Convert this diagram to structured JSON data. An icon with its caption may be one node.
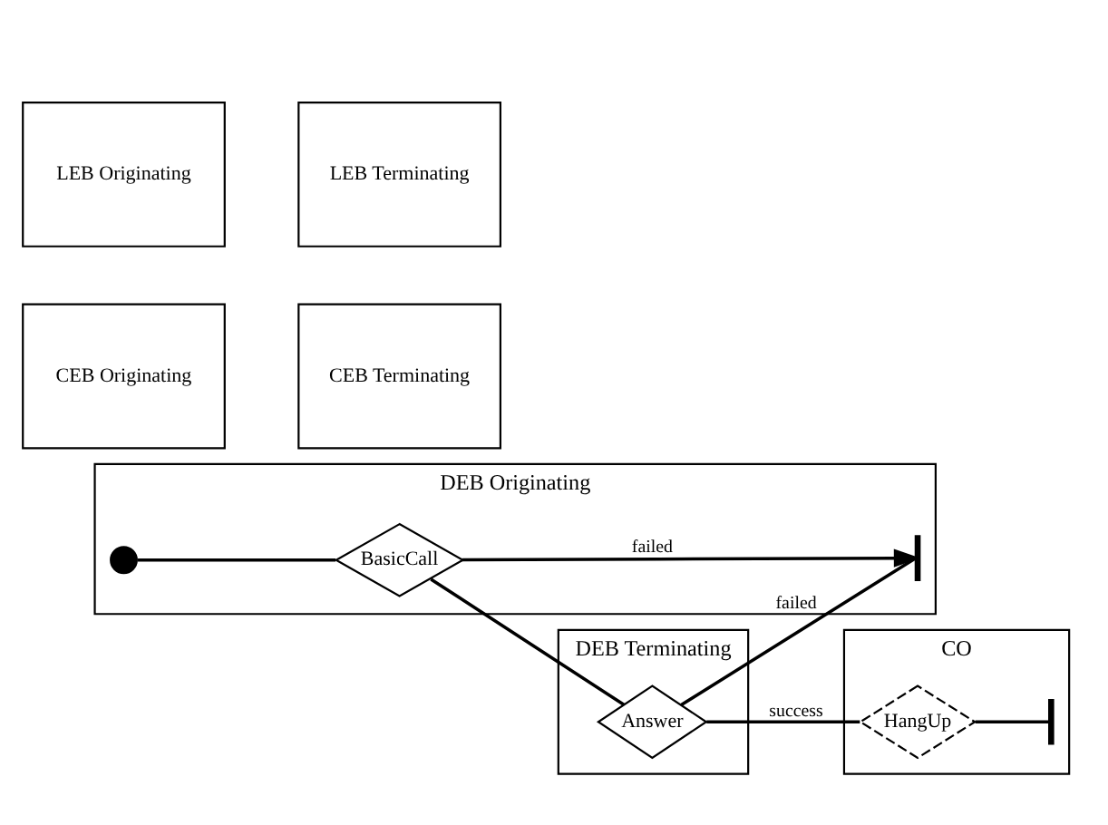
{
  "diagram": {
    "nodes": [
      {
        "text": [
          "DEB Originating"
        ]
      },
      {
        "text": [
          "CEB Originating"
        ]
      },
      {
        "text": [
          "LEB Originating"
        ]
      },
      {
        "text": [
          "CO"
        ]
      },
      {
        "text": [
          "DEB Terminating"
        ]
      },
      {
        "text": [
          "CEB Terminating"
        ]
      },
      {
        "text": [
          "LEB Terminating"
        ]
      },
      {
        "text": [],
        "shape": "circle",
        "in": 0
      },
      {
        "text": [
          "BasicCall"
        ],
        "in": 0
      },
      {
        "text": [],
        "shape": "bar",
        "in": 0
      },
      {
        "text": [
          "HangUp"
        ],
        "in": 3
      },
      {
        "text": [],
        "shape": "bar",
        "in": 3
      },
      {
        "text": [
          "Answer"
        ],
        "in": 4
      }
    ],
    "edges": [
      {
        "from": 7,
        "to": 8,
        "arrow": "none"
      },
      {
        "from": 8,
        "to": 9,
        "arrow": "to",
        "label": "failed"
      },
      {
        "from": 8,
        "to": 12,
        "arrow": "none"
      },
      {
        "from": 12,
        "to": 9,
        "arrow": "none",
        "label": "failed"
      },
      {
        "from": 12,
        "to": 10,
        "arrow": "none",
        "label": "success"
      },
      {
        "from": 10,
        "to": 11,
        "arrow": "none"
      }
    ]
  }
}
